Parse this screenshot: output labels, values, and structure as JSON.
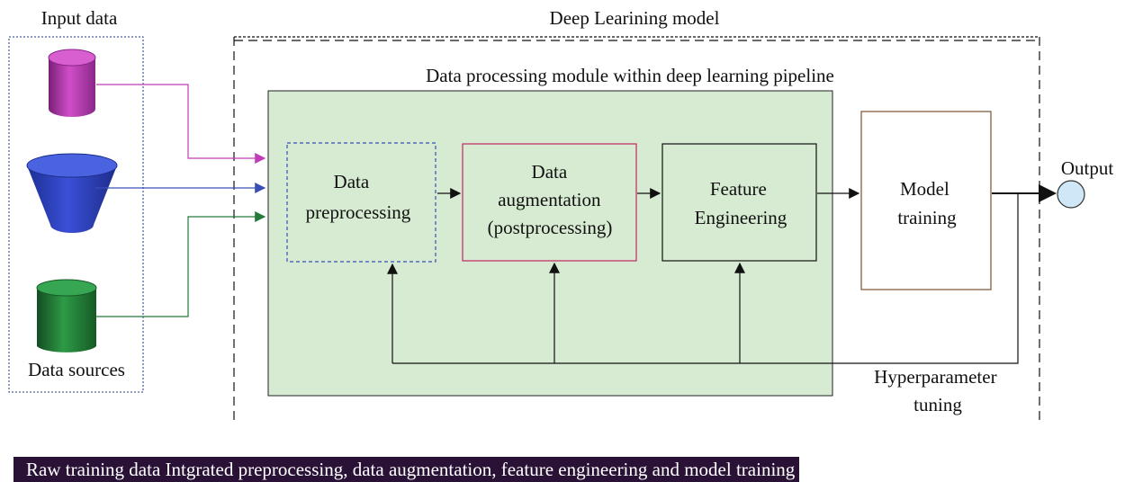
{
  "labels": {
    "input_data": "Input data",
    "deep_learning_model": "Deep Learining model",
    "module_title": "Data processing module within deep learning pipeline",
    "data_sources": "Data sources",
    "output": "Output",
    "hyperparameter_line1": "Hyperparameter",
    "hyperparameter_line2": "tuning"
  },
  "boxes": {
    "data_preprocessing": [
      "Data",
      "preprocessing"
    ],
    "data_augmentation": [
      "Data",
      "augmentation",
      "(postprocessing)"
    ],
    "feature_engineering": [
      "Feature",
      "Engineering"
    ],
    "model_training": [
      "Model",
      "training"
    ]
  },
  "caption": "Raw training data Intgrated preprocessing, data augmentation, feature engineering and model training",
  "colors": {
    "module_fill": "#d6ebd2",
    "magenta": "#c03cb8",
    "blue": "#3a4fb6",
    "green": "#237a3a",
    "preprocessing_border": "#3a4fb6",
    "augmentation_border": "#c2275f",
    "model_training_border": "#7a5230",
    "output_fill": "#cfe7f7",
    "caption_bg": "#2a1236"
  }
}
